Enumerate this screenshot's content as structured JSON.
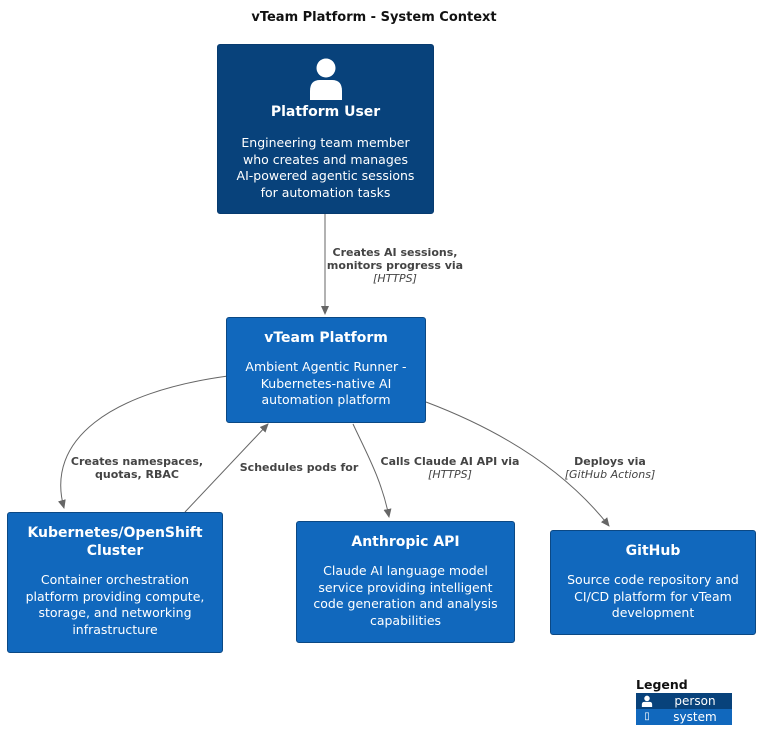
{
  "title": "vTeam Platform - System Context",
  "colors": {
    "person": "#08427B",
    "system": "#1168BD",
    "edge": "#666666"
  },
  "nodes": {
    "user": {
      "name": "Platform User",
      "description": [
        "Engineering team member",
        "who creates and manages",
        "AI-powered agentic sessions",
        "for automation tasks"
      ],
      "icon": "person-icon"
    },
    "vteam": {
      "name": "vTeam Platform",
      "description": [
        "Ambient Agentic Runner -",
        "Kubernetes-native AI",
        "automation platform"
      ]
    },
    "k8s": {
      "name": [
        "Kubernetes/OpenShift",
        "Cluster"
      ],
      "description": [
        "Container orchestration",
        "platform providing compute,",
        "storage, and networking",
        "infrastructure"
      ]
    },
    "anthropic": {
      "name": "Anthropic API",
      "description": [
        "Claude AI language model",
        "service providing intelligent",
        "code generation and analysis",
        "capabilities"
      ]
    },
    "github": {
      "name": "GitHub",
      "description": [
        "Source code repository and",
        "CI/CD platform for vTeam",
        "development"
      ]
    }
  },
  "edges": {
    "user_vteam": {
      "label": [
        "Creates AI sessions,",
        "monitors progress via"
      ],
      "tech": "[HTTPS]"
    },
    "vteam_k8s": {
      "label": [
        "Creates namespaces,",
        "quotas, RBAC"
      ],
      "tech": ""
    },
    "k8s_vteam": {
      "label": [
        "Schedules pods for"
      ],
      "tech": ""
    },
    "vteam_anthropic": {
      "label": [
        "Calls Claude AI API via"
      ],
      "tech": "[HTTPS]"
    },
    "vteam_github": {
      "label": [
        "Deploys via"
      ],
      "tech": "[GitHub Actions]"
    }
  },
  "legend": {
    "title": "Legend",
    "items": [
      {
        "label": "person",
        "icon": "person-icon",
        "color": "#08427B"
      },
      {
        "label": "system",
        "icon": "system-icon",
        "color": "#1168BD"
      }
    ]
  }
}
